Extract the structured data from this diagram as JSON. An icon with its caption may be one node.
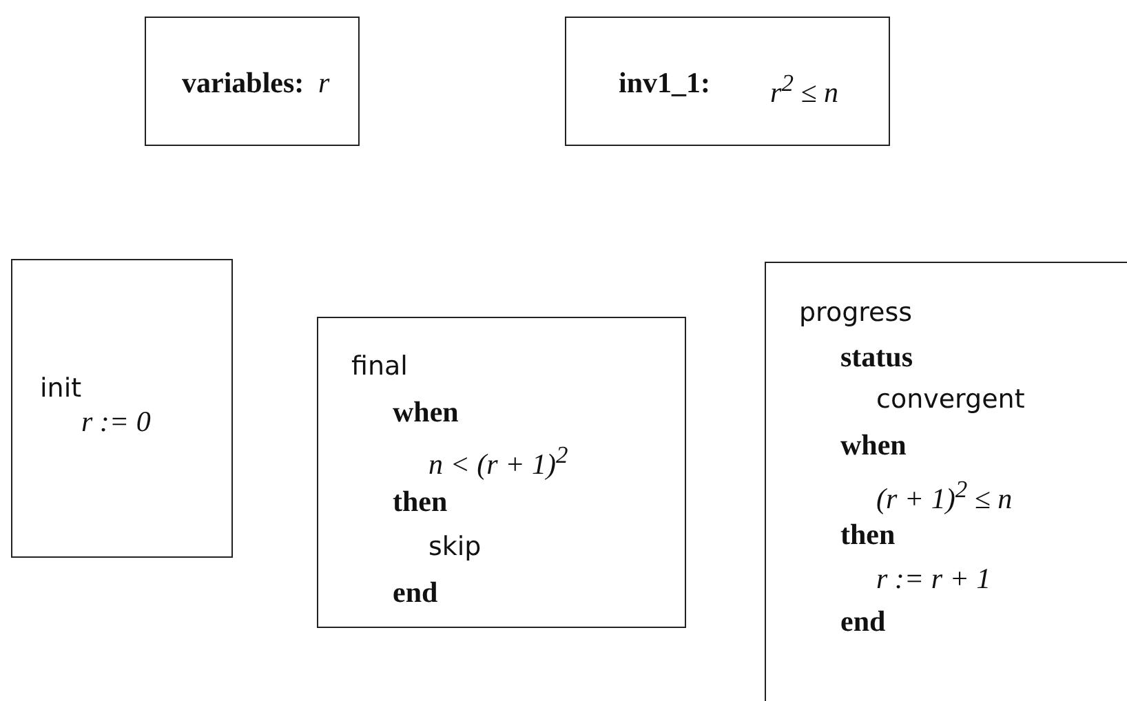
{
  "diagram": {
    "nodes": [
      {
        "text": [
          "variables:",
          "r"
        ]
      },
      {
        "text": [
          "inv1_1:",
          "r$^{2}$ ≤ n"
        ]
      },
      {
        "text": [
          "init",
          "r := 0"
        ]
      },
      {
        "text": [
          "final",
          "when",
          "n < (r + 1)$^{2}$",
          "then",
          "skip",
          "end"
        ]
      },
      {
        "text": [
          "progress",
          "status",
          "convergent",
          "when",
          "(r + 1)$^{2}$ ≤ n",
          "then",
          "r := r + 1",
          "end"
        ]
      }
    ]
  }
}
